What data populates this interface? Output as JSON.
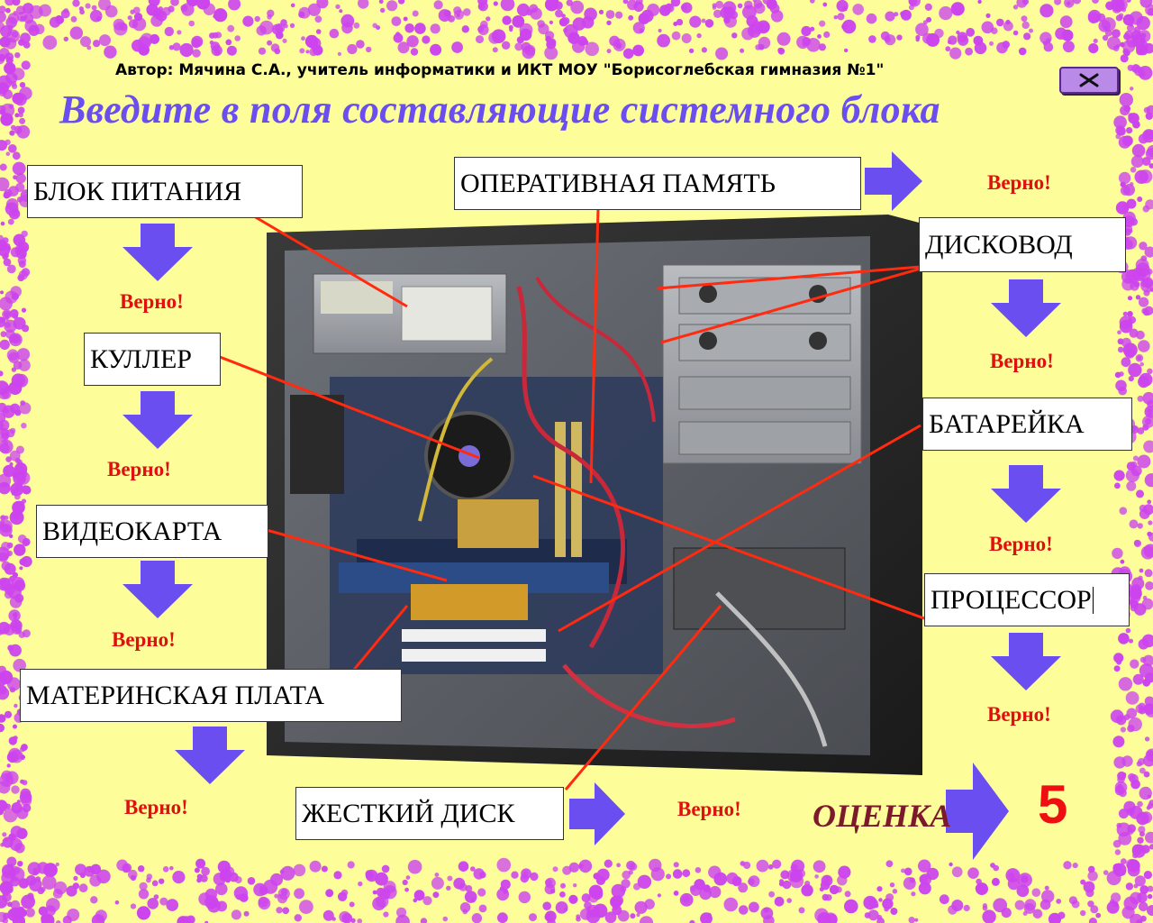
{
  "header": {
    "author": "Автор: Мячина С.А., учитель информатики и ИКТ МОУ \"Борисоглебская гимназия №1\"",
    "title": "Введите в поля составляющие системного блока"
  },
  "fields": {
    "power_supply": "БЛОК ПИТАНИЯ",
    "ram": "ОПЕРАТИВНАЯ ПАМЯТЬ",
    "drive": "ДИСКОВОД",
    "cooler": "КУЛЛЕР",
    "battery": "БАТАРЕЙКА",
    "video_card": "ВИДЕОКАРТА",
    "processor": "ПРОЦЕССОР",
    "motherboard": "МАТЕРИНСКАЯ ПЛАТА",
    "hard_disk": "ЖЕСТКИЙ ДИСК"
  },
  "feedback": {
    "power_supply": "Верно!",
    "ram": "Верно!",
    "drive": "Верно!",
    "cooler": "Верно!",
    "battery": "Верно!",
    "video_card": "Верно!",
    "processor": "Верно!",
    "motherboard": "Верно!",
    "hard_disk": "Верно!"
  },
  "grade": {
    "label": "ОЦЕНКА",
    "value": "5"
  },
  "colors": {
    "background": "#fdfd9a",
    "border_dots": "#cc44ee",
    "title": "#6a4ef0",
    "arrow": "#6a4ef0",
    "feedback": "#e01010",
    "leader_line": "#ff2a10",
    "grade_label": "#7a1a2a",
    "grade_value": "#ee1010"
  },
  "icons": {
    "close": "close-x-icon",
    "arrow": "arrow-icon"
  }
}
